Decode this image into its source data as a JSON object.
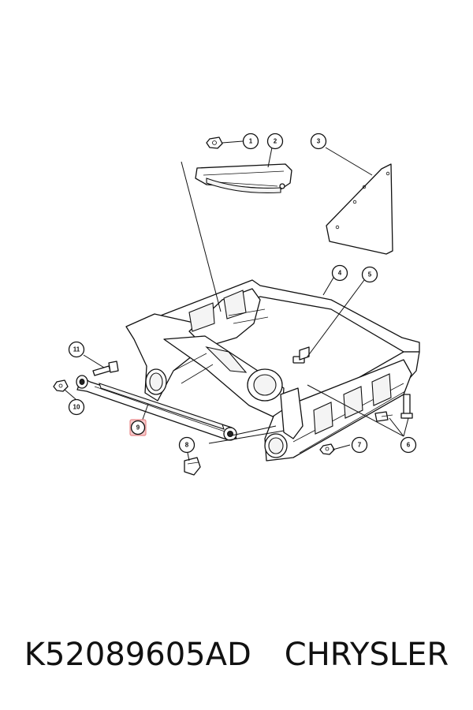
{
  "callouts": [
    {
      "label": "1"
    },
    {
      "label": "2"
    },
    {
      "label": "3"
    },
    {
      "label": "4"
    },
    {
      "label": "5"
    },
    {
      "label": "6"
    },
    {
      "label": "7"
    },
    {
      "label": "8"
    },
    {
      "label": "9",
      "highlighted": true
    },
    {
      "label": "10"
    },
    {
      "label": "11"
    }
  ],
  "footer": {
    "part_number": "K52089605AD",
    "brand": "CHRYSLER"
  },
  "colors": {
    "line": "#111111",
    "highlight": "#e8888a",
    "background": "#ffffff"
  }
}
